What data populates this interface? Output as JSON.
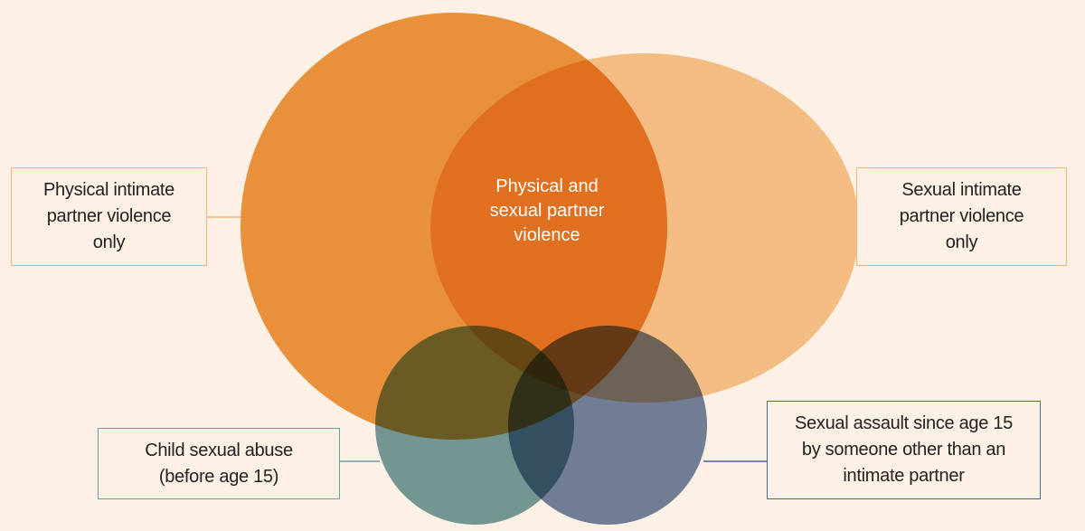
{
  "title": "Venn diagram of violence types",
  "sets": {
    "physical_ipv": {
      "label": "Physical intimate\npartner violence\nonly",
      "color": "#E8913A"
    },
    "sexual_ipv": {
      "label": "Sexual intimate\npartner violence\nonly",
      "color": "#F3BC82"
    },
    "both_ipv": {
      "label": "Physical and\nsexual partner\nviolence",
      "color": "#E06F1F"
    },
    "child_abuse": {
      "label": "Child sexual abuse\n(before age 15)",
      "color": "#74A0A3"
    },
    "non_partner_assault": {
      "label": "Sexual assault since age 15\nby someone other than an\nintimate partner",
      "color": "#7185A6"
    }
  }
}
